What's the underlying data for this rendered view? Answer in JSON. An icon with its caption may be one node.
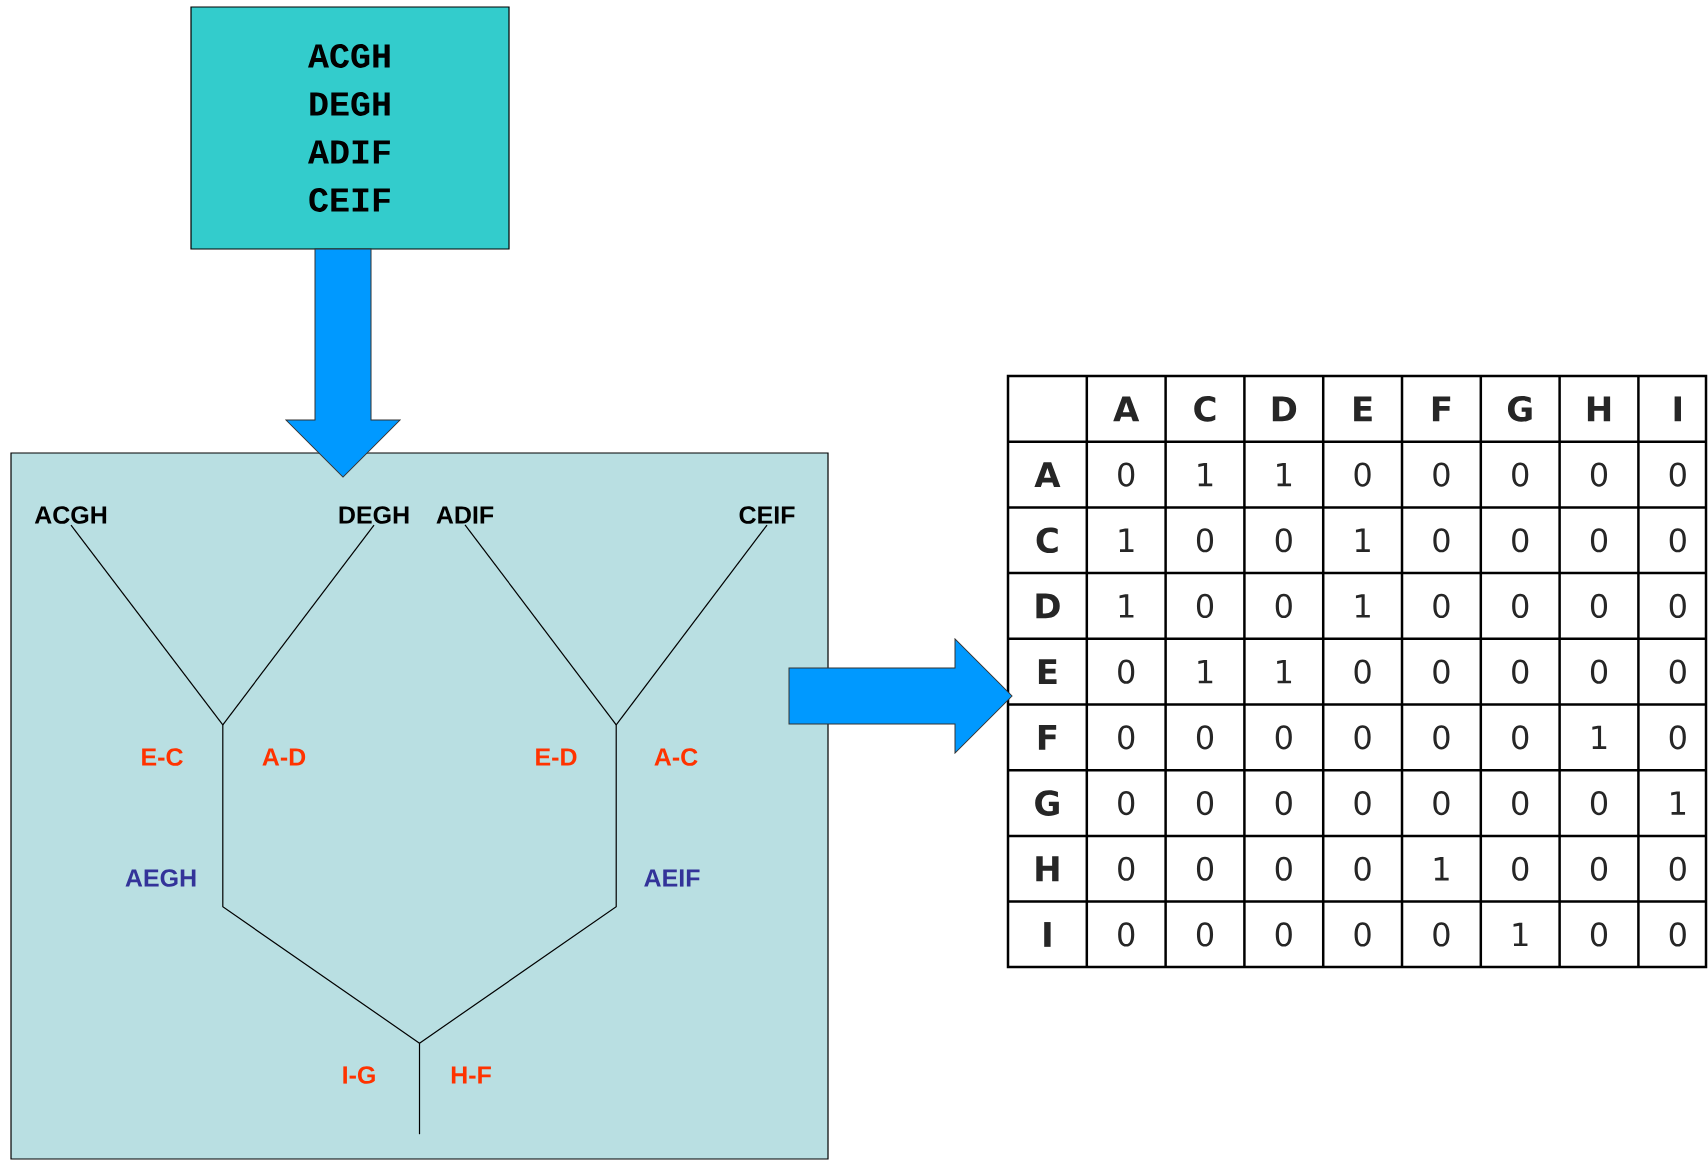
{
  "diagram": {
    "nodes": [
      {
        "text": [
          "ACGH",
          "DEGH",
          "ADIF",
          "CEIF"
        ]
      },
      {
        "text": [],
        "shape": "box"
      },
      {
        "text": [],
        "shape": "box"
      },
      {
        "text": [
          "ACGH"
        ],
        "in": 1
      },
      {
        "text": [
          "DEGH"
        ],
        "in": 1
      },
      {
        "text": [
          "ADIF"
        ],
        "in": 1
      },
      {
        "text": [
          "CEIF"
        ],
        "in": 1
      },
      {
        "text": [],
        "shape": "picture",
        "in": 1
      }
    ],
    "edges": [
      {
        "from": 0,
        "to": 1,
        "arrow": "to",
        "style": "thick",
        "color": "#0099ff"
      },
      {
        "from": 1,
        "to": 2,
        "arrow": "to",
        "style": "thick",
        "color": "#0099ff"
      },
      {
        "from": 3,
        "to": 7,
        "arrow": "none"
      },
      {
        "from": 4,
        "to": 7,
        "arrow": "none"
      },
      {
        "from": 5,
        "to": 7,
        "arrow": "none"
      },
      {
        "from": 6,
        "to": 7,
        "arrow": "none"
      }
    ],
    "labels": [
      "A",
      "C",
      "D",
      "E",
      "F",
      "G",
      "H",
      "I",
      "A",
      "0",
      "1",
      "1",
      "0",
      "0",
      "0",
      "0",
      "0",
      "C",
      "1",
      "0",
      "0",
      "1",
      "0",
      "0",
      "0",
      "0",
      "D",
      "1",
      "0",
      "0",
      "1",
      "0",
      "0",
      "0",
      "0",
      "E",
      "0",
      "1",
      "1",
      "0",
      "0",
      "0",
      "0",
      "0",
      "F",
      "0",
      "0",
      "0",
      "0",
      "0",
      "0",
      "1",
      "0",
      "G",
      "0",
      "0",
      "0",
      "0",
      "0",
      "0",
      "0",
      "1",
      "H",
      "0",
      "0",
      "0",
      "0",
      "1",
      "0",
      "0",
      "0",
      "I",
      "0",
      "0",
      "0",
      "0",
      "0",
      "1",
      "0",
      "0",
      "E-C",
      "A-D",
      "E-D",
      "A-C",
      "AEGH",
      "AEIF",
      "I-G",
      "H-F"
    ]
  }
}
